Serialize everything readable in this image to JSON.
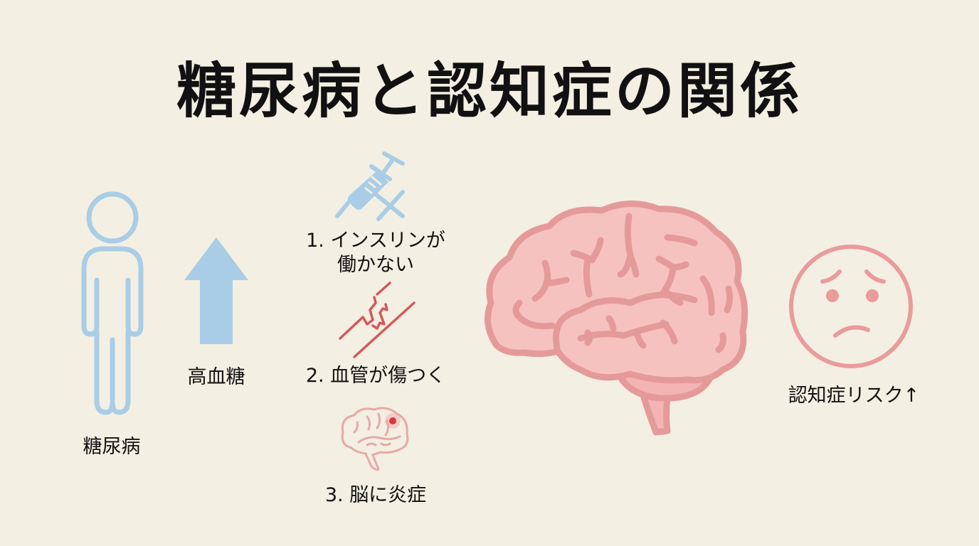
{
  "title": "糖尿病と認知症の関係",
  "colors": {
    "background": "#f3efe2",
    "blue": "#a9cde6",
    "pink_stroke": "#e59a9a",
    "pink_fill": "#f6c2c0",
    "red": "#d94b4b",
    "text": "#111111"
  },
  "diagram": {
    "person": {
      "icon": "person-icon",
      "label": "糖尿病"
    },
    "arrow": {
      "icon": "up-arrow-icon",
      "label": "高血糖"
    },
    "steps": [
      {
        "icon": "syringe-x-icon",
        "line1": "1. インスリンが",
        "line2": "働かない"
      },
      {
        "icon": "damaged-vessel-icon",
        "label": "2. 血管が傷つく"
      },
      {
        "icon": "brain-inflammation-icon",
        "label": "3. 脳に炎症"
      }
    ],
    "brain": {
      "icon": "brain-icon"
    },
    "result": {
      "icon": "worried-face-icon",
      "label": "認知症リスク↑"
    }
  }
}
